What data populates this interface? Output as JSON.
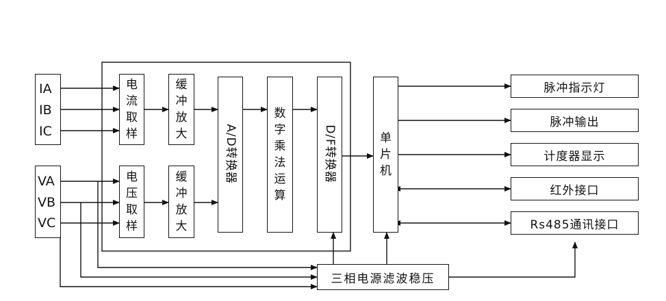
{
  "inputs_current": [
    "IA",
    "IB",
    "IC"
  ],
  "inputs_voltage": [
    "VA",
    "VB",
    "VC"
  ],
  "blocks": {
    "current_sampling": [
      "电",
      "流",
      "取",
      "样"
    ],
    "voltage_sampling": [
      "电",
      "压",
      "取",
      "样"
    ],
    "buffer_top": [
      "缓",
      "冲",
      "放",
      "大"
    ],
    "buffer_bottom": [
      "缓",
      "冲",
      "放",
      "大"
    ],
    "adc": "A/D转换器",
    "multiplier": [
      "数",
      "字",
      "乘",
      "法",
      "运",
      "算"
    ],
    "dfc": "D/F转换器",
    "mcu": [
      "单",
      "片",
      "机"
    ],
    "power": "三相电源滤波稳压"
  },
  "outputs": [
    "脉冲指示灯",
    "脉冲输出",
    "计度器显示",
    "红外接口",
    "Rs485通讯接口"
  ],
  "colors": {
    "stroke": "#111111",
    "background": "#ffffff"
  }
}
